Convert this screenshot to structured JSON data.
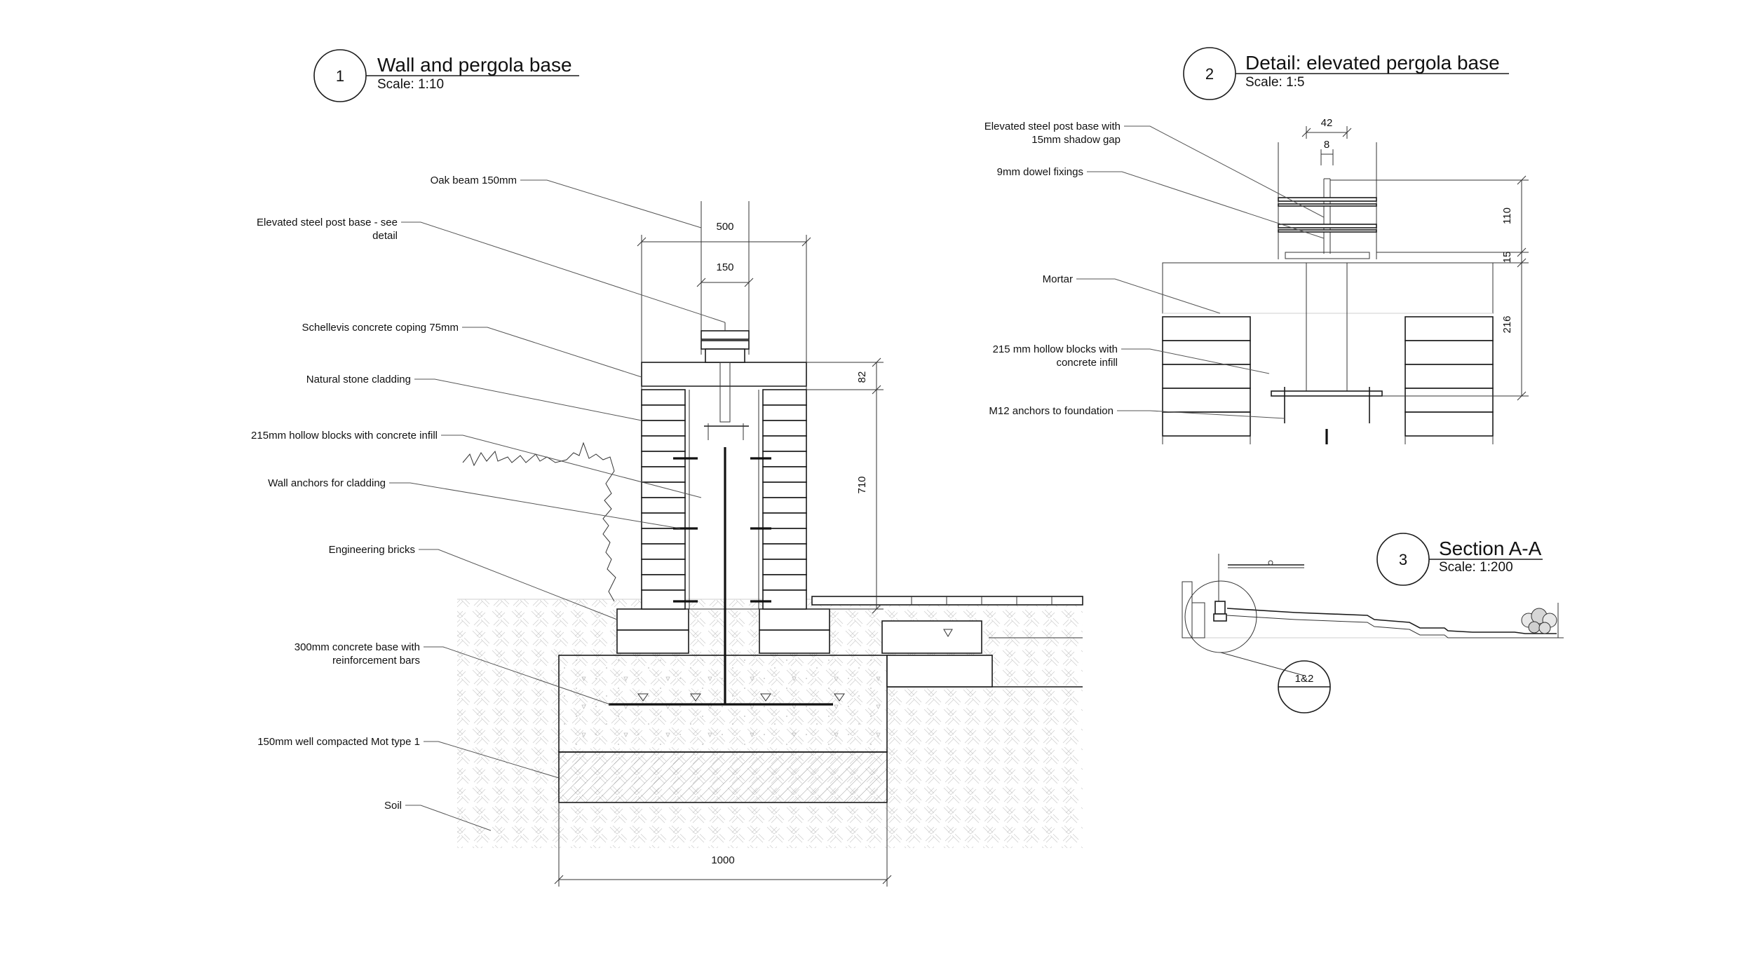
{
  "detail1": {
    "number": "1",
    "title": "Wall and pergola base",
    "scale": "Scale: 1:10",
    "labels": {
      "oak_beam": "Oak beam 150mm",
      "post_base_1": "Elevated steel post base - see",
      "post_base_2": "detail",
      "coping": "Schellevis concrete coping 75mm",
      "cladding": "Natural stone cladding",
      "blocks": "215mm hollow blocks with concrete infill",
      "anchors": "Wall anchors for cladding",
      "bricks": "Engineering bricks",
      "base_1": "300mm concrete base with",
      "base_2": "reinforcement bars",
      "mot": "150mm well compacted Mot type 1",
      "soil": "Soil"
    },
    "dimensions": {
      "d500": "500",
      "d150": "150",
      "d82": "82",
      "d710": "710",
      "d1000": "1000"
    }
  },
  "detail2": {
    "number": "2",
    "title": "Detail: elevated pergola base",
    "scale": "Scale: 1:5",
    "labels": {
      "post_base_1": "Elevated steel post base with",
      "post_base_2": "15mm shadow gap",
      "dowel": "9mm dowel fixings",
      "mortar": "Mortar",
      "blocks_1": "215 mm hollow blocks with",
      "blocks_2": "concrete infill",
      "m12": "M12 anchors to foundation"
    },
    "dimensions": {
      "d42": "42",
      "d8": "8",
      "d110": "110",
      "d15": "15",
      "d216": "216"
    }
  },
  "detail3": {
    "number": "3",
    "title": "Section A-A",
    "scale": "Scale: 1:200",
    "callout": "1&2"
  }
}
